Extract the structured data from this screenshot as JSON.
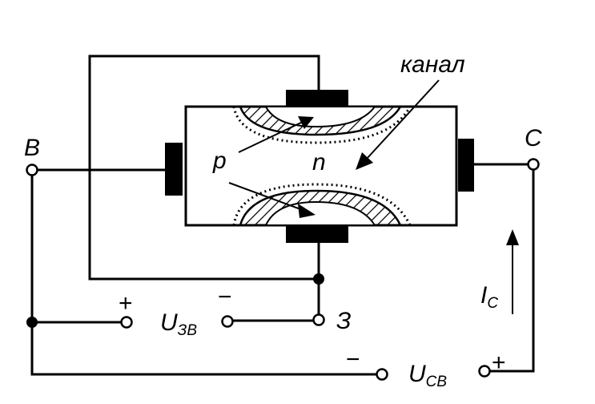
{
  "labels": {
    "channel": "канал",
    "source": "В",
    "drain": "С",
    "gate": "З",
    "p_region": "p",
    "n_region": "n",
    "u_gs_main": "U",
    "u_gs_sub": "ЗВ",
    "u_ds_main": "U",
    "u_ds_sub": "СВ",
    "drain_current_main": "I",
    "drain_current_sub": "C",
    "plus_gs": "+",
    "minus_gs": "−",
    "minus_ds": "−",
    "plus_ds": "+"
  },
  "colors": {
    "ink": "#000000",
    "background": "#ffffff"
  }
}
